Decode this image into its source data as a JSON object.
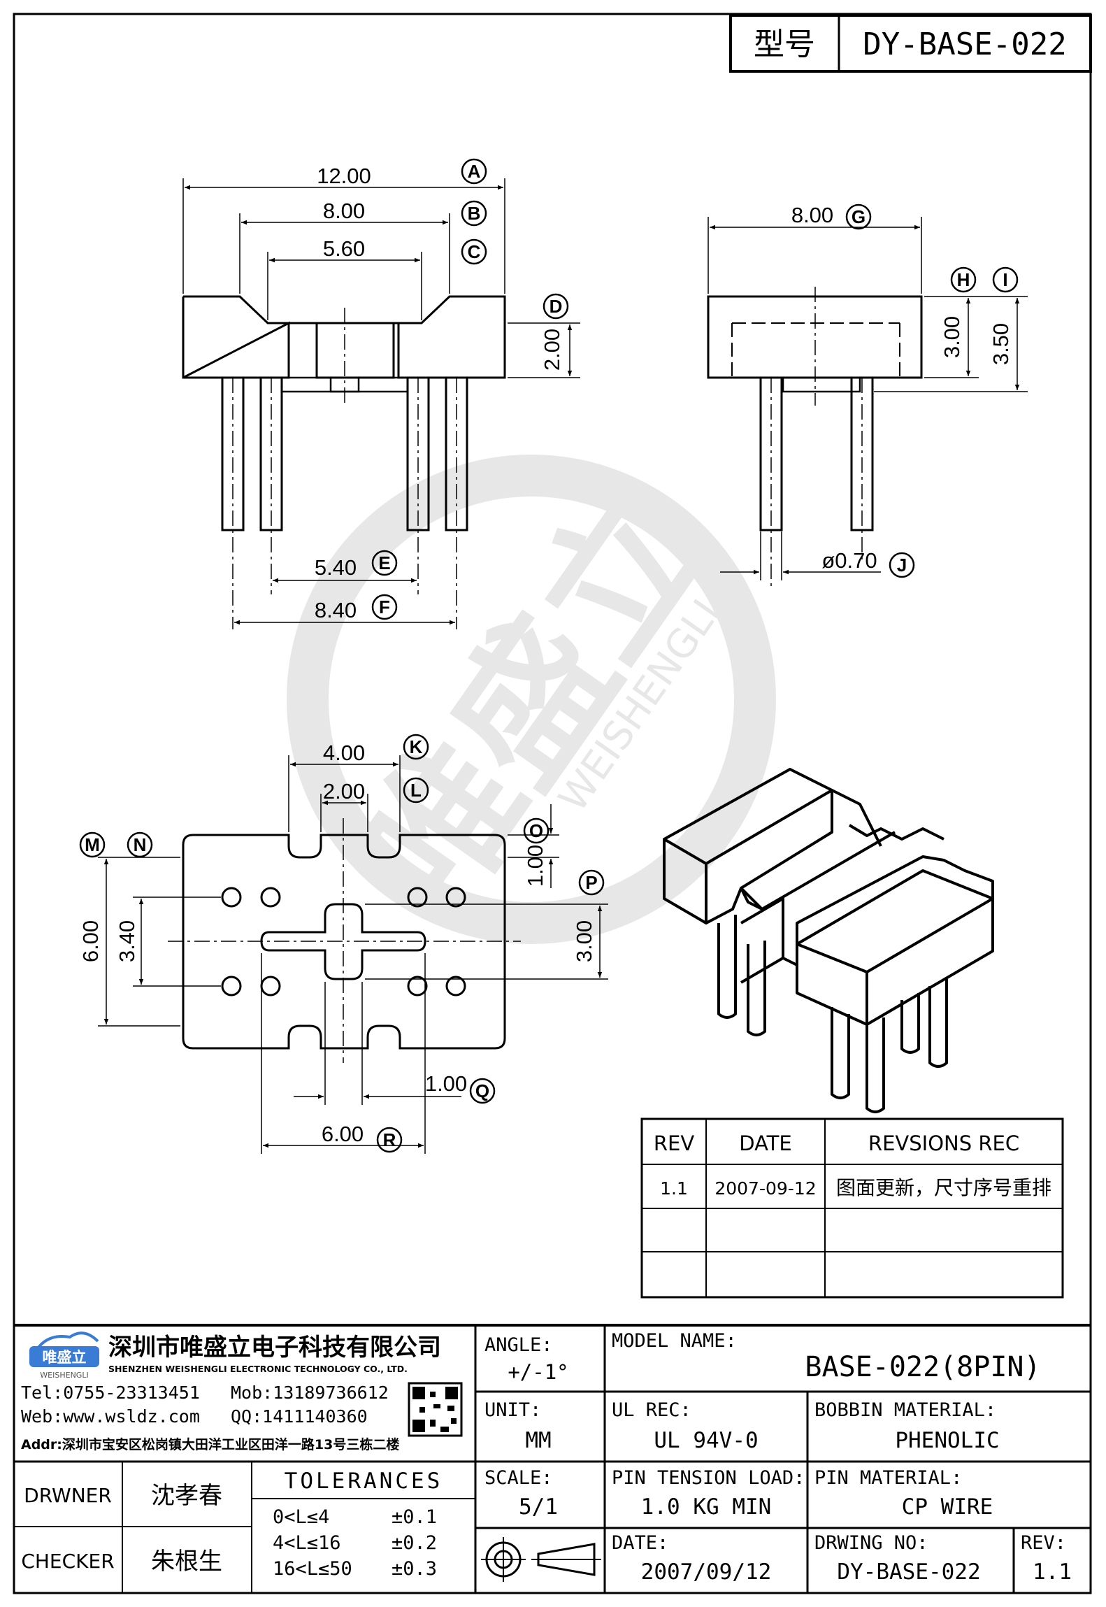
{
  "title_block_top": {
    "label": "型号",
    "value": "DY-BASE-022"
  },
  "front_view": {
    "dims": {
      "a": "12.00",
      "b": "8.00",
      "c": "5.60",
      "d": "2.00",
      "e": "5.40",
      "f": "8.40"
    },
    "letters": {
      "a": "A",
      "b": "B",
      "c": "C",
      "d": "D",
      "e": "E",
      "f": "F"
    }
  },
  "side_view": {
    "dims": {
      "g": "8.00",
      "h": "3.00",
      "i": "3.50",
      "j": "ø0.70"
    },
    "letters": {
      "g": "G",
      "h": "H",
      "i": "I",
      "j": "J"
    }
  },
  "bottom_view": {
    "dims": {
      "k": "4.00",
      "l": "2.00",
      "m": "6.00",
      "n": "3.40",
      "o": "1.00",
      "p": "3.00",
      "q": "1.00",
      "r": "6.00"
    },
    "letters": {
      "k": "K",
      "l": "L",
      "m": "M",
      "n": "N",
      "o": "O",
      "p": "P",
      "q": "Q",
      "r": "R"
    }
  },
  "watermark": {
    "cn": "唯盛立",
    "en": "WEISHENGLI"
  },
  "revision_table": {
    "headers": [
      "REV",
      "DATE",
      "REVSIONS REC"
    ],
    "rows": [
      [
        "1.1",
        "2007-09-12",
        "图面更新，尺寸序号重排"
      ],
      [
        "",
        "",
        ""
      ],
      [
        "",
        "",
        ""
      ]
    ]
  },
  "company": {
    "logo_text": "唯盛立",
    "logo_sub": "WEISHENGLI",
    "name_cn": "深圳市唯盛立电子科技有限公司",
    "name_en": "SHENZHEN WEISHENGLI ELECTRONIC TECHNOLOGY CO., LTD.",
    "tel": "Tel:0755-23313451",
    "mob": "Mob:13189736612",
    "web": "Web:www.wsldz.com",
    "qq": "QQ:1411140360",
    "addr": "Addr:深圳市宝安区松岗镇大田洋工业区田洋一路13号三栋二楼"
  },
  "title_block": {
    "angle_label": "ANGLE:",
    "angle_value": "+/-1°",
    "model_label": "MODEL NAME:",
    "model_value": "BASE-022(8PIN)",
    "unit_label": "UNIT:",
    "unit_value": "MM",
    "ul_label": "UL REC:",
    "ul_value": "UL 94V-0",
    "bobbin_label": "BOBBIN MATERIAL:",
    "bobbin_value": "PHENOLIC",
    "scale_label": "SCALE:",
    "scale_value": "5/1",
    "tension_label": "PIN TENSION LOAD:",
    "tension_value": "1.0 KG MIN",
    "pin_label": "PIN MATERIAL:",
    "pin_value": "CP WIRE",
    "date_label": "DATE:",
    "date_value": "2007/09/12",
    "drwing_label": "DRWING NO:",
    "drwing_value": "DY-BASE-022",
    "rev_label": "REV:",
    "rev_value": "1.1",
    "drawer_label": "DRWNER",
    "drawer_value": "沈孝春",
    "checker_label": "CHECKER",
    "checker_value": "朱根生",
    "tolerances_label": "TOLERANCES",
    "tol_rows": [
      [
        "0<L≤4",
        "±0.1"
      ],
      [
        "4<L≤16",
        "±0.2"
      ],
      [
        "16<L≤50",
        "±0.3"
      ]
    ]
  }
}
